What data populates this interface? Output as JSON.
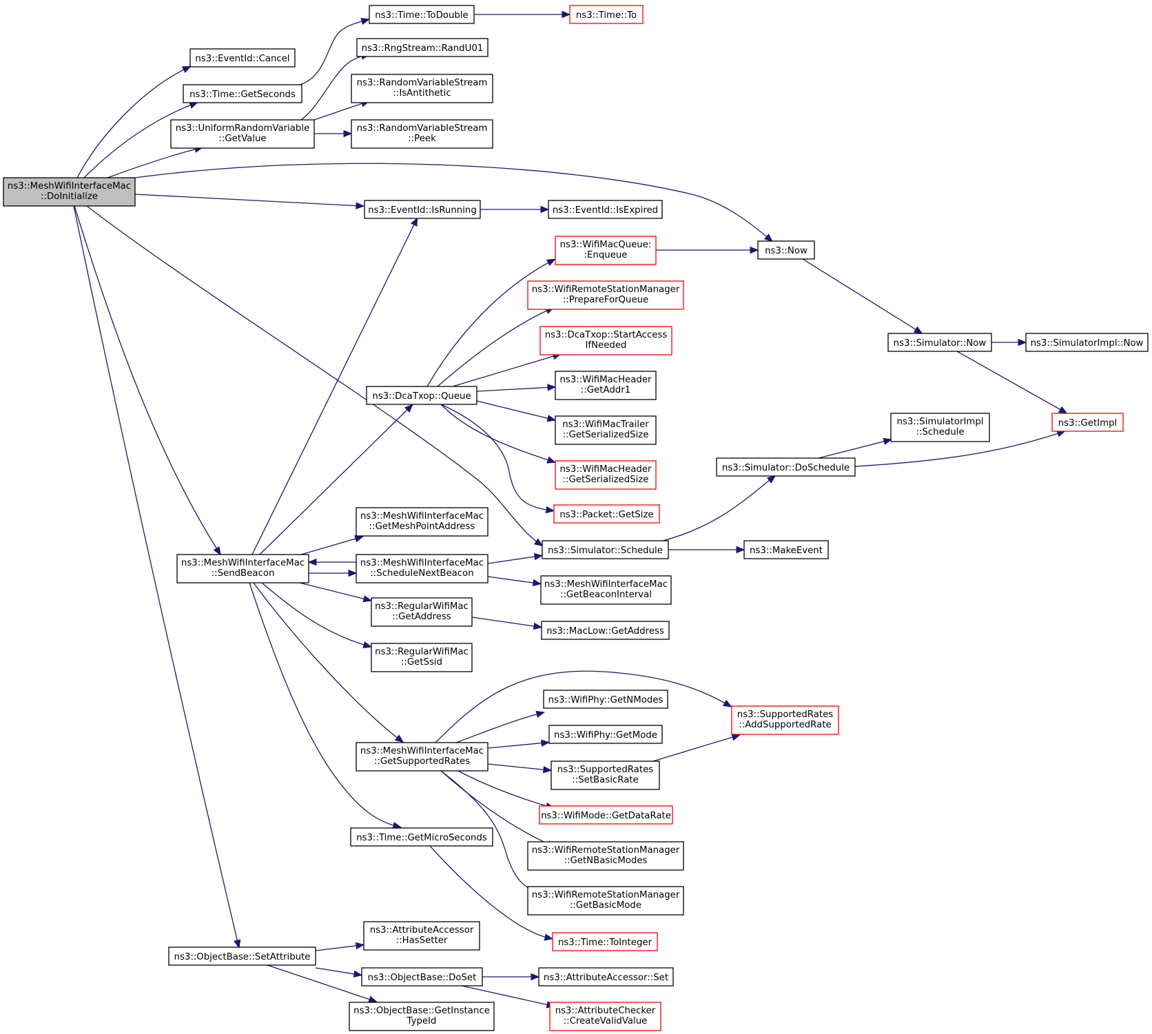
{
  "colors": {
    "edge": "#191970",
    "root_fill": "#bfbfbf",
    "node_fill": "#ffffff",
    "normal_border": "#000000",
    "truncated_border": "#ff0000"
  },
  "nodes": [
    {
      "id": "root",
      "lines": [
        "ns3::MeshWifiInterfaceMac",
        "::DoInitialize"
      ],
      "style": "root"
    },
    {
      "id": "cancel",
      "lines": [
        "ns3::EventId::Cancel"
      ],
      "style": "normal"
    },
    {
      "id": "getseconds",
      "lines": [
        "ns3::Time::GetSeconds"
      ],
      "style": "normal"
    },
    {
      "id": "todouble",
      "lines": [
        "ns3::Time::ToDouble"
      ],
      "style": "normal"
    },
    {
      "id": "timeto",
      "lines": [
        "ns3::Time::To"
      ],
      "style": "truncated"
    },
    {
      "id": "randu01",
      "lines": [
        "ns3::RngStream::RandU01"
      ],
      "style": "normal"
    },
    {
      "id": "uniformgetvalue",
      "lines": [
        "ns3::UniformRandomVariable",
        "::GetValue"
      ],
      "style": "normal"
    },
    {
      "id": "isantithetic",
      "lines": [
        "ns3::RandomVariableStream",
        "::IsAntithetic"
      ],
      "style": "normal"
    },
    {
      "id": "peek",
      "lines": [
        "ns3::RandomVariableStream",
        "::Peek"
      ],
      "style": "normal"
    },
    {
      "id": "isrunning",
      "lines": [
        "ns3::EventId::IsRunning"
      ],
      "style": "normal"
    },
    {
      "id": "isexpired",
      "lines": [
        "ns3::EventId::IsExpired"
      ],
      "style": "normal"
    },
    {
      "id": "now",
      "lines": [
        "ns3::Now"
      ],
      "style": "normal"
    },
    {
      "id": "enqueue",
      "lines": [
        "ns3::WifiMacQueue:",
        ":Enqueue"
      ],
      "style": "truncated"
    },
    {
      "id": "prepareforqueue",
      "lines": [
        "ns3::WifiRemoteStationManager",
        "::PrepareForQueue"
      ],
      "style": "truncated"
    },
    {
      "id": "startaccess",
      "lines": [
        "ns3::DcaTxop::StartAccess",
        "IfNeeded"
      ],
      "style": "truncated"
    },
    {
      "id": "getaddr1",
      "lines": [
        "ns3::WifiMacHeader",
        "::GetAddr1"
      ],
      "style": "normal"
    },
    {
      "id": "dcaqueue",
      "lines": [
        "ns3::DcaTxop::Queue"
      ],
      "style": "normal"
    },
    {
      "id": "trailersize",
      "lines": [
        "ns3::WifiMacTrailer",
        "::GetSerializedSize"
      ],
      "style": "normal"
    },
    {
      "id": "headersize",
      "lines": [
        "ns3::WifiMacHeader",
        "::GetSerializedSize"
      ],
      "style": "truncated"
    },
    {
      "id": "packetsize",
      "lines": [
        "ns3::Packet::GetSize"
      ],
      "style": "truncated"
    },
    {
      "id": "simnow",
      "lines": [
        "ns3::Simulator::Now"
      ],
      "style": "normal"
    },
    {
      "id": "simimplnow",
      "lines": [
        "ns3::SimulatorImpl::Now"
      ],
      "style": "normal"
    },
    {
      "id": "getimpl",
      "lines": [
        "ns3::GetImpl"
      ],
      "style": "truncated"
    },
    {
      "id": "simimplschedule",
      "lines": [
        "ns3::SimulatorImpl",
        "::Schedule"
      ],
      "style": "normal"
    },
    {
      "id": "doschedule",
      "lines": [
        "ns3::Simulator::DoSchedule"
      ],
      "style": "normal"
    },
    {
      "id": "meshpointaddr",
      "lines": [
        "ns3::MeshWifiInterfaceMac",
        "::GetMeshPointAddress"
      ],
      "style": "normal"
    },
    {
      "id": "sendbeacon",
      "lines": [
        "ns3::MeshWifiInterfaceMac",
        "::SendBeacon"
      ],
      "style": "normal"
    },
    {
      "id": "schedulenext",
      "lines": [
        "ns3::MeshWifiInterfaceMac",
        "::ScheduleNextBeacon"
      ],
      "style": "normal"
    },
    {
      "id": "simschedule",
      "lines": [
        "ns3::Simulator::Schedule"
      ],
      "style": "normal"
    },
    {
      "id": "makeevent",
      "lines": [
        "ns3::MakeEvent"
      ],
      "style": "normal"
    },
    {
      "id": "beaconinterval",
      "lines": [
        "ns3::MeshWifiInterfaceMac",
        "::GetBeaconInterval"
      ],
      "style": "normal"
    },
    {
      "id": "regaddress",
      "lines": [
        "ns3::RegularWifiMac",
        "::GetAddress"
      ],
      "style": "normal"
    },
    {
      "id": "maclowaddress",
      "lines": [
        "ns3::MacLow::GetAddress"
      ],
      "style": "normal"
    },
    {
      "id": "getssid",
      "lines": [
        "ns3::RegularWifiMac",
        "::GetSsid"
      ],
      "style": "normal"
    },
    {
      "id": "getnmodes",
      "lines": [
        "ns3::WifiPhy::GetNModes"
      ],
      "style": "normal"
    },
    {
      "id": "addsupportedrate",
      "lines": [
        "ns3::SupportedRates",
        "::AddSupportedRate"
      ],
      "style": "truncated"
    },
    {
      "id": "getmode",
      "lines": [
        "ns3::WifiPhy::GetMode"
      ],
      "style": "normal"
    },
    {
      "id": "getsupportedrates",
      "lines": [
        "ns3::MeshWifiInterfaceMac",
        "::GetSupportedRates"
      ],
      "style": "normal"
    },
    {
      "id": "setbasicrate",
      "lines": [
        "ns3::SupportedRates",
        "::SetBasicRate"
      ],
      "style": "normal"
    },
    {
      "id": "getdatarate",
      "lines": [
        "ns3::WifiMode::GetDataRate"
      ],
      "style": "truncated"
    },
    {
      "id": "getmicroseconds",
      "lines": [
        "ns3::Time::GetMicroSeconds"
      ],
      "style": "normal"
    },
    {
      "id": "getnbasicmodes",
      "lines": [
        "ns3::WifiRemoteStationManager",
        "::GetNBasicModes"
      ],
      "style": "normal"
    },
    {
      "id": "getbasicmode",
      "lines": [
        "ns3::WifiRemoteStationManager",
        "::GetBasicMode"
      ],
      "style": "normal"
    },
    {
      "id": "hassetter",
      "lines": [
        "ns3::AttributeAccessor",
        "::HasSetter"
      ],
      "style": "normal"
    },
    {
      "id": "setattribute",
      "lines": [
        "ns3::ObjectBase::SetAttribute"
      ],
      "style": "normal"
    },
    {
      "id": "timetointeger",
      "lines": [
        "ns3::Time::ToInteger"
      ],
      "style": "truncated"
    },
    {
      "id": "doset",
      "lines": [
        "ns3::ObjectBase::DoSet"
      ],
      "style": "normal"
    },
    {
      "id": "accessorset",
      "lines": [
        "ns3::AttributeAccessor::Set"
      ],
      "style": "normal"
    },
    {
      "id": "getinstancetypeid",
      "lines": [
        "ns3::ObjectBase::GetInstance",
        "TypeId"
      ],
      "style": "normal"
    },
    {
      "id": "createvalidvalue",
      "lines": [
        "ns3::AttributeChecker",
        "::CreateValidValue"
      ],
      "style": "truncated"
    }
  ],
  "edges": [
    [
      "root",
      "cancel"
    ],
    [
      "root",
      "getseconds"
    ],
    [
      "root",
      "uniformgetvalue"
    ],
    [
      "root",
      "now"
    ],
    [
      "root",
      "isrunning"
    ],
    [
      "root",
      "simschedule"
    ],
    [
      "root",
      "sendbeacon"
    ],
    [
      "root",
      "setattribute"
    ],
    [
      "getseconds",
      "todouble"
    ],
    [
      "todouble",
      "timeto"
    ],
    [
      "uniformgetvalue",
      "randu01"
    ],
    [
      "uniformgetvalue",
      "isantithetic"
    ],
    [
      "uniformgetvalue",
      "peek"
    ],
    [
      "isrunning",
      "isexpired"
    ],
    [
      "now",
      "simnow"
    ],
    [
      "simnow",
      "simimplnow"
    ],
    [
      "simnow",
      "getimpl"
    ],
    [
      "enqueue",
      "now"
    ],
    [
      "dcaqueue",
      "enqueue"
    ],
    [
      "dcaqueue",
      "prepareforqueue"
    ],
    [
      "dcaqueue",
      "startaccess"
    ],
    [
      "dcaqueue",
      "getaddr1"
    ],
    [
      "dcaqueue",
      "trailersize"
    ],
    [
      "dcaqueue",
      "headersize"
    ],
    [
      "dcaqueue",
      "packetsize"
    ],
    [
      "simschedule",
      "doschedule"
    ],
    [
      "simschedule",
      "makeevent"
    ],
    [
      "doschedule",
      "simimplschedule"
    ],
    [
      "doschedule",
      "getimpl"
    ],
    [
      "sendbeacon",
      "isrunning"
    ],
    [
      "sendbeacon",
      "dcaqueue"
    ],
    [
      "sendbeacon",
      "meshpointaddr"
    ],
    [
      "sendbeacon",
      "schedulenext"
    ],
    [
      "sendbeacon",
      "regaddress"
    ],
    [
      "sendbeacon",
      "getssid"
    ],
    [
      "sendbeacon",
      "getsupportedrates"
    ],
    [
      "sendbeacon",
      "getmicroseconds"
    ],
    [
      "schedulenext",
      "sendbeacon"
    ],
    [
      "schedulenext",
      "simschedule"
    ],
    [
      "schedulenext",
      "beaconinterval"
    ],
    [
      "regaddress",
      "maclowaddress"
    ],
    [
      "getsupportedrates",
      "addsupportedrate"
    ],
    [
      "getsupportedrates",
      "getnmodes"
    ],
    [
      "getsupportedrates",
      "getmode"
    ],
    [
      "getsupportedrates",
      "setbasicrate"
    ],
    [
      "getsupportedrates",
      "getdatarate"
    ],
    [
      "getsupportedrates",
      "getnbasicmodes"
    ],
    [
      "getsupportedrates",
      "getbasicmode"
    ],
    [
      "setbasicrate",
      "addsupportedrate"
    ],
    [
      "getmicroseconds",
      "timetointeger"
    ],
    [
      "setattribute",
      "hassetter"
    ],
    [
      "setattribute",
      "doset"
    ],
    [
      "setattribute",
      "getinstancetypeid"
    ],
    [
      "doset",
      "accessorset"
    ],
    [
      "doset",
      "createvalidvalue"
    ]
  ]
}
